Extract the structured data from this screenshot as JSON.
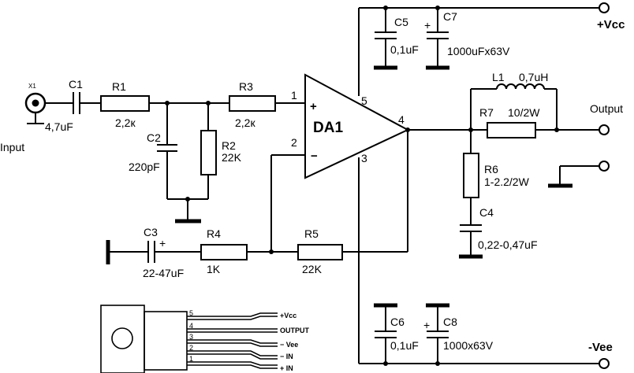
{
  "components": {
    "x1": "X1",
    "c1": "C1",
    "c1_val": "4,7uF",
    "r1": "R1",
    "r1_val": "2,2к",
    "c2": "C2",
    "c2_val": "220pF",
    "r2": "R2",
    "r2_val": "22K",
    "r3": "R3",
    "r3_val": "2,2к",
    "da1": "DA1",
    "c3": "C3",
    "c3_val": "22-47uF",
    "r4": "R4",
    "r4_val": "1K",
    "r5": "R5",
    "r5_val": "22K",
    "c5": "C5",
    "c5_val": "0,1uF",
    "c7": "C7",
    "c7_val": "1000uFx63V",
    "l1": "L1",
    "l1_val": "0,7uH",
    "r7": "R7",
    "r7_val": "10/2W",
    "r6": "R6",
    "r6_val": "1-2.2/2W",
    "c4": "C4",
    "c4_val": "0,22-0,47uF",
    "c6": "C6",
    "c6_val": "0,1uF",
    "c8": "C8",
    "c8_val": "1000x63V"
  },
  "pins": {
    "p1": "1",
    "p2": "2",
    "p3": "3",
    "p4": "4",
    "p5": "5"
  },
  "symbols": {
    "plus": "+",
    "minus": "−"
  },
  "labels": {
    "input": "Input",
    "output": "Output",
    "vcc": "+Vcc",
    "vee": "-Vee"
  },
  "package": {
    "pins": [
      {
        "num": "5",
        "name": "+Vcc"
      },
      {
        "num": "4",
        "name": "OUTPUT"
      },
      {
        "num": "3",
        "name": "− Vee"
      },
      {
        "num": "2",
        "name": "− IN"
      },
      {
        "num": "1",
        "name": "+ IN"
      }
    ]
  }
}
